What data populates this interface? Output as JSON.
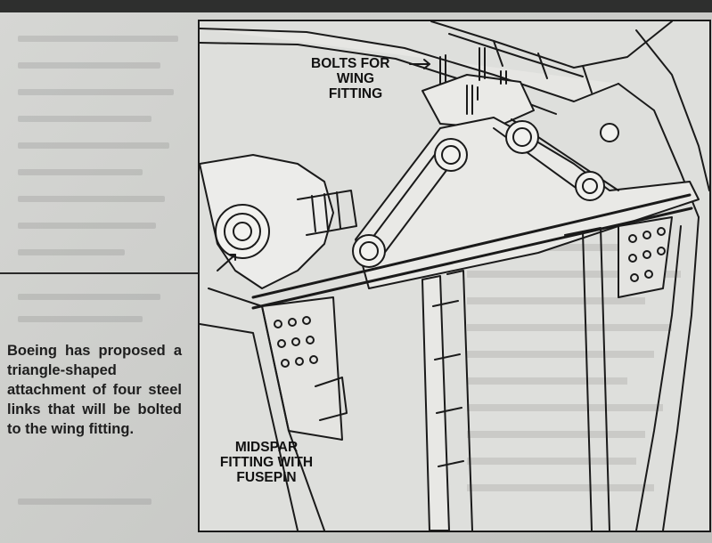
{
  "caption": {
    "text": "Boeing has proposed a triangle-shaped attachment of four steel links that will be bolted to the wing fitting."
  },
  "figure": {
    "callouts": {
      "bolts": {
        "line1": "BOLTS FOR",
        "line2": "WING",
        "line3": "FITTING"
      },
      "midspar": {
        "line1": "MIDSPAR",
        "line2": "FITTING WITH",
        "line3": "FUSEPIN"
      }
    }
  },
  "colors": {
    "paper": "#d6d7d4",
    "ink": "#1a1a1a",
    "drawing_background": "#dedfdc"
  }
}
